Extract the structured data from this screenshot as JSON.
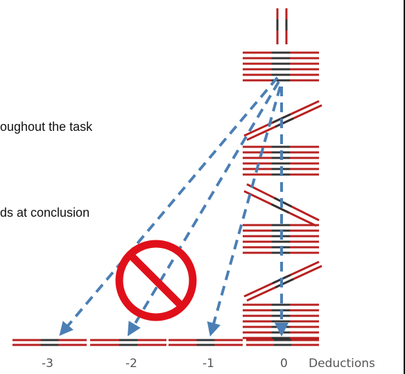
{
  "text_lines": {
    "line1": "oughout the task",
    "line2": "ds at conclusion"
  },
  "axis_labels": {
    "m3": "-3",
    "m2": "-2",
    "m1": "-1",
    "zero": "0",
    "deductions": "Deductions"
  },
  "colors": {
    "arrow": "#4b7fb5",
    "prohibit": "#e0101a",
    "stick_red": "#b82020",
    "stick_dark": "#333333"
  },
  "icons": {
    "prohibit": "no-symbol-icon"
  }
}
